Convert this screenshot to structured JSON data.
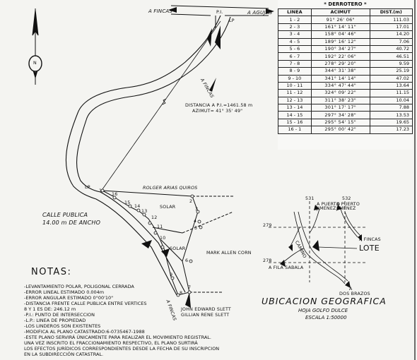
{
  "derrotero": {
    "title": "* DERROTERO *",
    "headers": [
      "LINEA",
      "ACIMUT",
      "DIST.(m)"
    ],
    "rows": [
      [
        "1 - 2",
        "91° 26' 06\"",
        "111.03"
      ],
      [
        "2 - 3",
        "161° 14' 11\"",
        "17.01"
      ],
      [
        "3 - 4",
        "158° 04' 46\"",
        "14.20"
      ],
      [
        "4 - 5",
        "189° 16' 12\"",
        "7.06"
      ],
      [
        "5 - 6",
        "190° 34' 27\"",
        "40.72"
      ],
      [
        "6 - 7",
        "192° 22' 06\"",
        "46.51"
      ],
      [
        "7 - 8",
        "278° 29' 20\"",
        "9.59"
      ],
      [
        "8 - 9",
        "344° 31' 38\"",
        "25.19"
      ],
      [
        "9 - 10",
        "341° 14' 14\"",
        "47.02"
      ],
      [
        "10 - 11",
        "334° 47' 44\"",
        "13.64"
      ],
      [
        "11 - 12",
        "324° 09' 22\"",
        "11.15"
      ],
      [
        "12 - 13",
        "311° 38' 23\"",
        "10.04"
      ],
      [
        "13 - 14",
        "301° 17' 17\"",
        "7.88"
      ],
      [
        "14 - 15",
        "297° 34' 28\"",
        "13.53"
      ],
      [
        "15 - 16",
        "295° 54' 15\"",
        "19.65"
      ],
      [
        "16 - 1",
        "295° 00' 42\"",
        "17.23"
      ]
    ]
  },
  "plan": {
    "a_fincas_top": "A FINCAS",
    "a_agujas": "A AGUJAS",
    "pi": "P.I.",
    "lp_top": "LP",
    "a_fincas_mid": "A FINCAS",
    "distancia": "DISTANCIA A P.I.=1461.58 m",
    "azimut": "AZIMUT= 41° 35' 49\"",
    "lp_left": "LP",
    "roiger": "ROLGER ARIAS QUIROS",
    "calle": "CALLE PUBLICA",
    "calle_ancho": "14.00 m DE ANCHO",
    "solar1": "SOLAR",
    "solar2": "SOLAR",
    "mark": "MARK ALLEN CORN",
    "john": "JOHN EDWARD SLETT",
    "gillian": "GILLIAN RENE SLETT",
    "a_fincas_bottom": "A FINCAS",
    "north": "N",
    "points": [
      "1",
      "2",
      "3",
      "4",
      "5",
      "6",
      "7",
      "8",
      "9",
      "10",
      "11",
      "12",
      "13",
      "14",
      "15",
      "16"
    ]
  },
  "notes": {
    "title": "NOTAS:",
    "lines": [
      "-LEVANTAMIENTO POLAR, POLIGONAL CERRADA",
      "-ERROR LINEAL ESTIMADO 0.004m",
      "-ERROR ANGULAR ESTIMADO 0°00'10\"",
      "-DISTANCIA FRENTE CALLE PUBLICA ENTRE VERTICES",
      "  8 Y 1 ES DE: 246.12 m",
      "-P.I.: PUNTO DE INTERSECCION",
      "-L.P.: LINEA DE PROPIEDAD",
      "-LOS LINDEROS SON EXISTENTES",
      "-MODIFICA AL PLANO CATASTRADO:6-0735467-1988",
      "-ESTE PLANO SERVIRÁ ÚNICAMENTE PARA REALIZAR EL MOVIMIENTO REGISTRAL.",
      "  UNA VEZ INSCRITO EL FRACCIONAMIENTO RESPECTIVO, EL PLANO SURTIRÁ",
      "  LOS EFECTOS JURÍDICOS CORRESPONDIENTES DESDE LA FECHA DE SU INSCRIPCION",
      "  EN LA SUBDIRECCIÓN CATASTRAL."
    ]
  },
  "location": {
    "title": "UBICACION GEOGRAFICA",
    "sheet": "HOJA GOLFO DULCE",
    "scale": "ESCALA 1:50000",
    "grid_531": "531",
    "grid_532": "532",
    "grid_279": "279",
    "grid_278": "278",
    "a_puerto_jimenez_1": "A PUERTO",
    "a_puerto_jimenez_1b": "JIMENEZ",
    "a_puerto_jimenez_2": "A PUERTO",
    "a_puerto_jimenez_2b": "JIMENEZ",
    "a_fincas": "A FINCAS",
    "lote": "LOTE",
    "fila_sabala": "A FILA SABALA",
    "dos_brazos_1": "A",
    "dos_brazos_2": "DOS BRAZOS",
    "camino": "CAMINO"
  }
}
